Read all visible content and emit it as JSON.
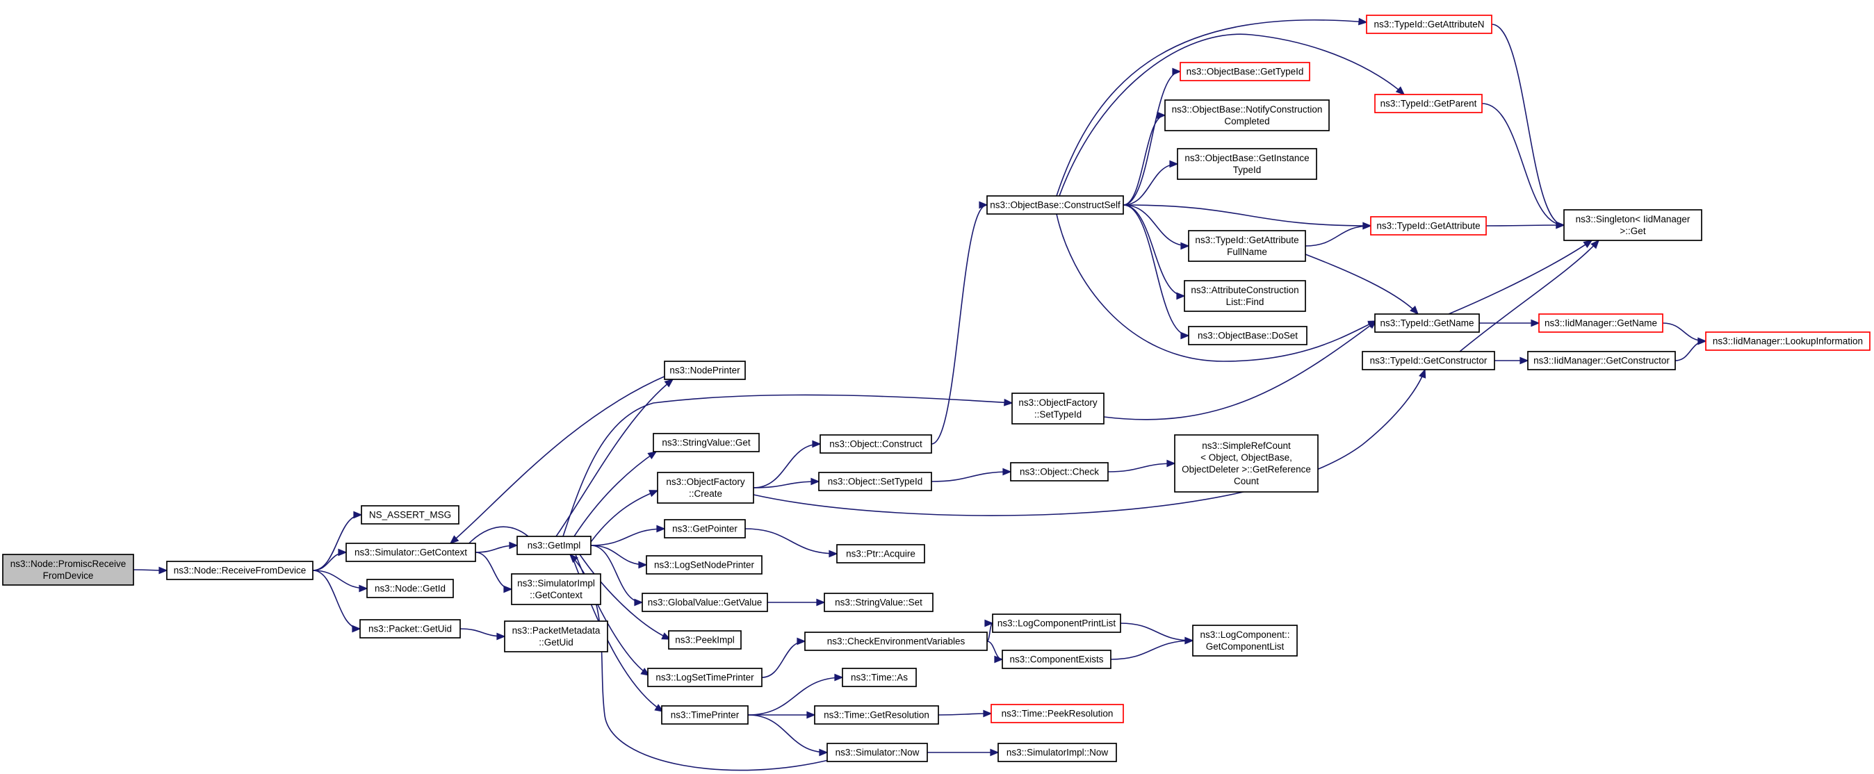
{
  "nodes": [
    {
      "id": "root",
      "lines": [
        "ns3::Node::PromiscReceive",
        "FromDevice"
      ],
      "root": true
    },
    {
      "id": "rfd",
      "lines": [
        "ns3::Node::ReceiveFromDevice"
      ]
    },
    {
      "id": "assert",
      "lines": [
        "NS_ASSERT_MSG"
      ]
    },
    {
      "id": "getcontext",
      "lines": [
        "ns3::Simulator::GetContext"
      ]
    },
    {
      "id": "getid",
      "lines": [
        "ns3::Node::GetId"
      ]
    },
    {
      "id": "getuid",
      "lines": [
        "ns3::Packet::GetUid"
      ]
    },
    {
      "id": "simimpl_getcontext",
      "lines": [
        "ns3::SimulatorImpl",
        "::GetContext"
      ]
    },
    {
      "id": "pm_getuid",
      "lines": [
        "ns3::PacketMetadata",
        "::GetUid"
      ]
    },
    {
      "id": "getimpl",
      "lines": [
        "ns3::GetImpl"
      ]
    },
    {
      "id": "nodeprinter",
      "lines": [
        "ns3::NodePrinter"
      ]
    },
    {
      "id": "sv_get",
      "lines": [
        "ns3::StringValue::Get"
      ]
    },
    {
      "id": "of_create",
      "lines": [
        "ns3::ObjectFactory",
        "::Create"
      ]
    },
    {
      "id": "getpointer",
      "lines": [
        "ns3::GetPointer"
      ]
    },
    {
      "id": "logsetnodeprinter",
      "lines": [
        "ns3::LogSetNodePrinter"
      ]
    },
    {
      "id": "gv_getvalue",
      "lines": [
        "ns3::GlobalValue::GetValue"
      ]
    },
    {
      "id": "peekimpl",
      "lines": [
        "ns3::PeekImpl"
      ]
    },
    {
      "id": "logsettimeprinter",
      "lines": [
        "ns3::LogSetTimePrinter"
      ]
    },
    {
      "id": "timeprinter",
      "lines": [
        "ns3::TimePrinter"
      ]
    },
    {
      "id": "obj_construct",
      "lines": [
        "ns3::Object::Construct"
      ]
    },
    {
      "id": "obj_settypeid",
      "lines": [
        "ns3::Object::SetTypeId"
      ]
    },
    {
      "id": "ptr_acquire",
      "lines": [
        "ns3::Ptr::Acquire"
      ]
    },
    {
      "id": "sv_set",
      "lines": [
        "ns3::StringValue::Set"
      ]
    },
    {
      "id": "checkenv",
      "lines": [
        "ns3::CheckEnvironmentVariables"
      ]
    },
    {
      "id": "time_as",
      "lines": [
        "ns3::Time::As"
      ]
    },
    {
      "id": "time_getres",
      "lines": [
        "ns3::Time::GetResolution"
      ]
    },
    {
      "id": "sim_now",
      "lines": [
        "ns3::Simulator::Now"
      ]
    },
    {
      "id": "of_settypeid",
      "lines": [
        "ns3::ObjectFactory",
        "::SetTypeId"
      ]
    },
    {
      "id": "obj_check",
      "lines": [
        "ns3::Object::Check"
      ]
    },
    {
      "id": "lcprintlist",
      "lines": [
        "ns3::LogComponentPrintList"
      ]
    },
    {
      "id": "compexists",
      "lines": [
        "ns3::ComponentExists"
      ]
    },
    {
      "id": "time_peekres",
      "lines": [
        "ns3::Time::PeekResolution"
      ],
      "truncated": true
    },
    {
      "id": "simimpl_now",
      "lines": [
        "ns3::SimulatorImpl::Now"
      ]
    },
    {
      "id": "constructself",
      "lines": [
        "ns3::ObjectBase::ConstructSelf"
      ]
    },
    {
      "id": "simplerefcount",
      "lines": [
        "ns3::SimpleRefCount",
        "< Object, ObjectBase,",
        "ObjectDeleter >::GetReference",
        "Count"
      ]
    },
    {
      "id": "lc_getlist",
      "lines": [
        "ns3::LogComponent::",
        "GetComponentList"
      ]
    },
    {
      "id": "ob_gettypeid",
      "lines": [
        "ns3::ObjectBase::GetTypeId"
      ],
      "truncated": true
    },
    {
      "id": "ob_notify",
      "lines": [
        "ns3::ObjectBase::NotifyConstruction",
        "Completed"
      ]
    },
    {
      "id": "ob_getinstance",
      "lines": [
        "ns3::ObjectBase::GetInstance",
        "TypeId"
      ]
    },
    {
      "id": "tid_getattrfull",
      "lines": [
        "ns3::TypeId::GetAttribute",
        "FullName"
      ]
    },
    {
      "id": "acl_find",
      "lines": [
        "ns3::AttributeConstruction",
        "List::Find"
      ]
    },
    {
      "id": "ob_doset",
      "lines": [
        "ns3::ObjectBase::DoSet"
      ]
    },
    {
      "id": "tid_getattrn",
      "lines": [
        "ns3::TypeId::GetAttributeN"
      ],
      "truncated": true
    },
    {
      "id": "tid_getparent",
      "lines": [
        "ns3::TypeId::GetParent"
      ],
      "truncated": true
    },
    {
      "id": "tid_getattr",
      "lines": [
        "ns3::TypeId::GetAttribute"
      ],
      "truncated": true
    },
    {
      "id": "tid_getname",
      "lines": [
        "ns3::TypeId::GetName"
      ]
    },
    {
      "id": "tid_getconstructor",
      "lines": [
        "ns3::TypeId::GetConstructor"
      ]
    },
    {
      "id": "singleton_get",
      "lines": [
        "ns3::Singleton< IidManager",
        ">::Get"
      ]
    },
    {
      "id": "iid_getname",
      "lines": [
        "ns3::IidManager::GetName"
      ],
      "truncated": true
    },
    {
      "id": "iid_getconstructor",
      "lines": [
        "ns3::IidManager::GetConstructor"
      ]
    },
    {
      "id": "iid_lookup",
      "lines": [
        "ns3::IidManager::LookupInformation"
      ],
      "truncated": true
    }
  ],
  "edges": [
    [
      "root",
      "rfd"
    ],
    [
      "rfd",
      "assert"
    ],
    [
      "rfd",
      "getcontext"
    ],
    [
      "rfd",
      "getid"
    ],
    [
      "rfd",
      "getuid"
    ],
    [
      "getcontext",
      "getimpl"
    ],
    [
      "getcontext",
      "simimpl_getcontext"
    ],
    [
      "getuid",
      "pm_getuid"
    ],
    [
      "getimpl",
      "getcontext"
    ],
    [
      "getimpl",
      "nodeprinter"
    ],
    [
      "getimpl",
      "of_settypeid"
    ],
    [
      "getimpl",
      "sv_get"
    ],
    [
      "getimpl",
      "of_create"
    ],
    [
      "getimpl",
      "getpointer"
    ],
    [
      "getimpl",
      "logsetnodeprinter"
    ],
    [
      "getimpl",
      "gv_getvalue"
    ],
    [
      "getimpl",
      "peekimpl"
    ],
    [
      "getimpl",
      "logsettimeprinter"
    ],
    [
      "getimpl",
      "timeprinter"
    ],
    [
      "nodeprinter",
      "getcontext"
    ],
    [
      "sim_now",
      "getimpl"
    ],
    [
      "of_create",
      "obj_construct"
    ],
    [
      "of_create",
      "obj_settypeid"
    ],
    [
      "of_create",
      "tid_getconstructor"
    ],
    [
      "getpointer",
      "ptr_acquire"
    ],
    [
      "gv_getvalue",
      "sv_set"
    ],
    [
      "logsettimeprinter",
      "checkenv"
    ],
    [
      "timeprinter",
      "time_as"
    ],
    [
      "timeprinter",
      "time_getres"
    ],
    [
      "timeprinter",
      "sim_now"
    ],
    [
      "time_getres",
      "time_peekres"
    ],
    [
      "sim_now",
      "simimpl_now"
    ],
    [
      "obj_construct",
      "constructself"
    ],
    [
      "obj_settypeid",
      "obj_check"
    ],
    [
      "obj_check",
      "simplerefcount"
    ],
    [
      "checkenv",
      "lcprintlist"
    ],
    [
      "checkenv",
      "compexists"
    ],
    [
      "lcprintlist",
      "lc_getlist"
    ],
    [
      "compexists",
      "lc_getlist"
    ],
    [
      "of_settypeid",
      "tid_getname"
    ],
    [
      "constructself",
      "tid_getattrn"
    ],
    [
      "constructself",
      "tid_getparent"
    ],
    [
      "constructself",
      "ob_gettypeid"
    ],
    [
      "constructself",
      "ob_notify"
    ],
    [
      "constructself",
      "ob_getinstance"
    ],
    [
      "constructself",
      "tid_getattr"
    ],
    [
      "constructself",
      "tid_getattrfull"
    ],
    [
      "constructself",
      "acl_find"
    ],
    [
      "constructself",
      "ob_doset"
    ],
    [
      "constructself",
      "tid_getname"
    ],
    [
      "tid_getattrfull",
      "tid_getattr"
    ],
    [
      "tid_getattrfull",
      "tid_getname"
    ],
    [
      "tid_getattrn",
      "singleton_get"
    ],
    [
      "tid_getparent",
      "singleton_get"
    ],
    [
      "tid_getattr",
      "singleton_get"
    ],
    [
      "tid_getname",
      "singleton_get"
    ],
    [
      "tid_getname",
      "iid_getname"
    ],
    [
      "tid_getconstructor",
      "singleton_get"
    ],
    [
      "tid_getconstructor",
      "iid_getconstructor"
    ],
    [
      "iid_getname",
      "iid_lookup"
    ],
    [
      "iid_getconstructor",
      "iid_lookup"
    ]
  ]
}
